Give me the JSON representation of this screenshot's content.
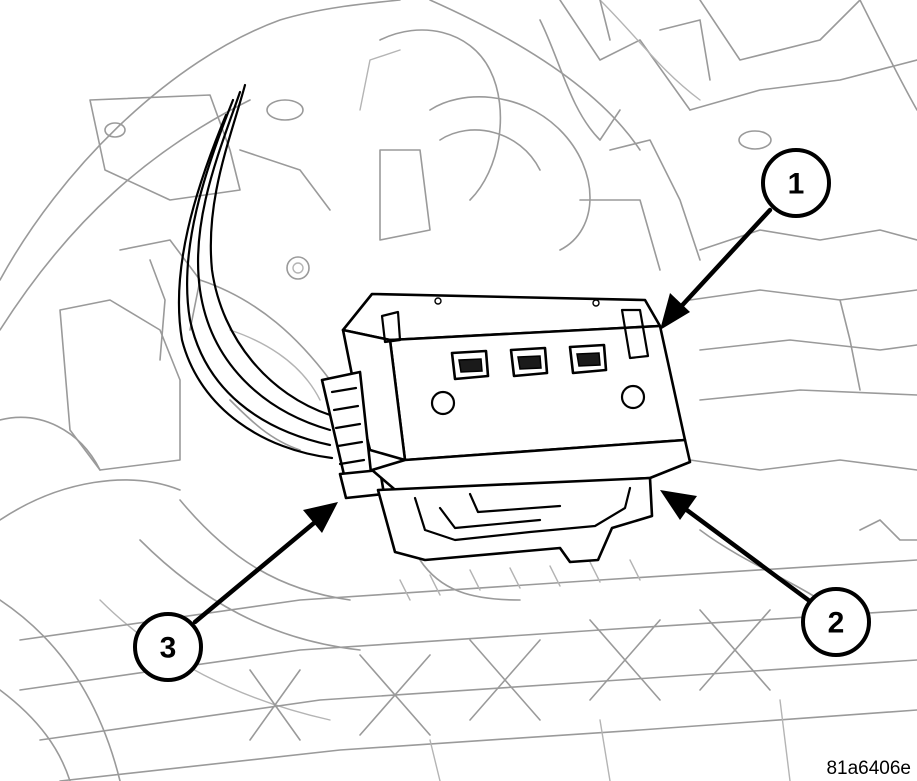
{
  "callouts": [
    {
      "number": "1",
      "target": "module"
    },
    {
      "number": "2",
      "target": "mounting-bracket"
    },
    {
      "number": "3",
      "target": "wire-harness-connector"
    }
  ],
  "figure_id": "81a6406e"
}
